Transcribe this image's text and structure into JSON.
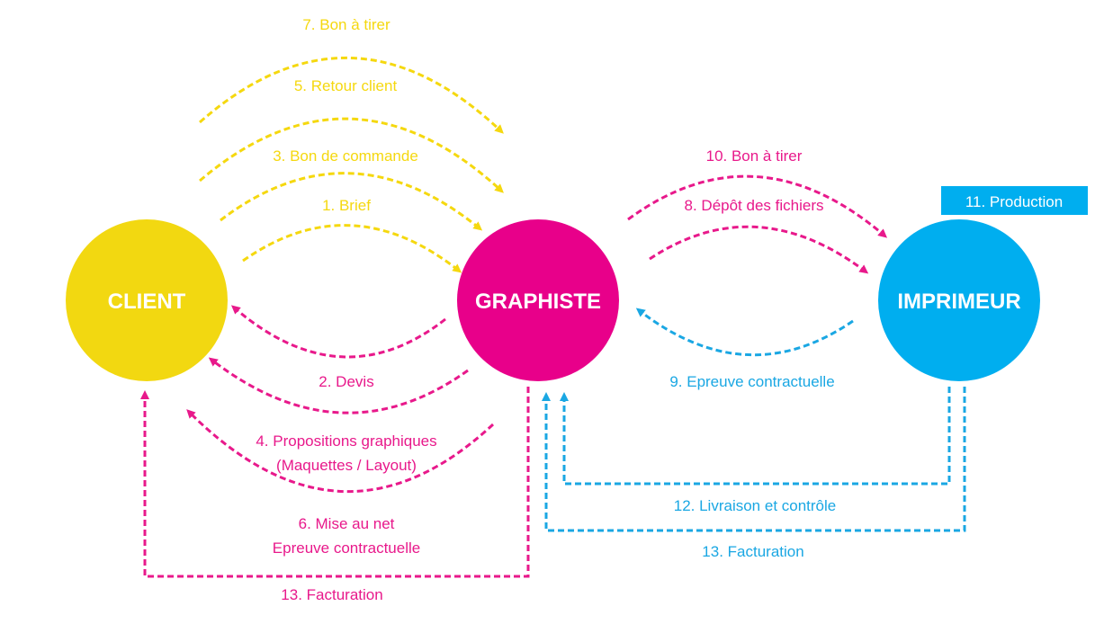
{
  "colors": {
    "client": "#f2d811",
    "graphiste": "#e8008a",
    "imprimeur": "#00aeef",
    "yellow_arrow": "#f5d80f",
    "magenta_arrow": "#e8198b",
    "cyan_arrow": "#1aa7e3"
  },
  "nodes": {
    "client": "CLIENT",
    "graphiste": "GRAPHISTE",
    "imprimeur": "IMPRIMEUR"
  },
  "badge": "11. Production",
  "labels": {
    "bat_client": "7. Bon à tirer",
    "retour_client": "5. Retour client",
    "bon_commande": "3. Bon de commande",
    "brief": "1. Brief",
    "devis": "2. Devis",
    "propositions_1": "4. Propositions graphiques",
    "propositions_2": "(Maquettes / Layout)",
    "mise_au_net_1": "6. Mise au net",
    "mise_au_net_2": "Epreuve contractuelle",
    "facturation_client": "13. Facturation",
    "bat_imprimeur": "10. Bon à tirer",
    "depot_fichiers": "8. Dépôt des fichiers",
    "epreuve": "9. Epreuve contractuelle",
    "livraison": "12. Livraison et contrôle",
    "facturation_imprimeur": "13. Facturation"
  }
}
